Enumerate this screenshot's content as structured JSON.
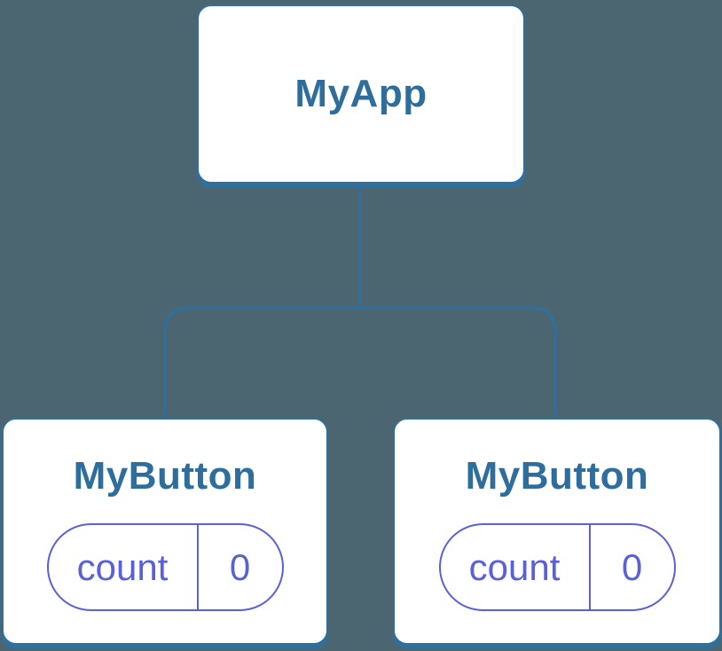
{
  "colors": {
    "background": "#4C6671",
    "card_fill": "#FFFFFF",
    "tree_blue": "#2F6F9E",
    "blue_text": "#2E6E9C",
    "state_purple": "#5A60D8"
  },
  "diagram": {
    "root": {
      "name": "MyApp"
    },
    "children": [
      {
        "name": "MyButton",
        "state": {
          "label": "count",
          "value": "0"
        }
      },
      {
        "name": "MyButton",
        "state": {
          "label": "count",
          "value": "0"
        }
      }
    ]
  }
}
